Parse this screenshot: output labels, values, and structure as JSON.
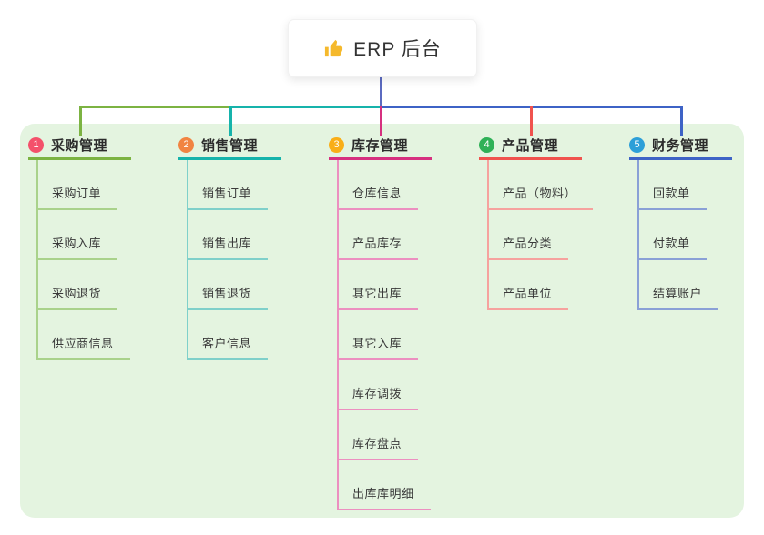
{
  "root": {
    "icon": "thumbs-up-icon",
    "icon_color": "#f5b92c",
    "title": "ERP 后台"
  },
  "canvas": {
    "panel_color": "#e4f4e0"
  },
  "connector": {
    "stem_color": "#5b6ac0",
    "left_segment_color": "#7cb342",
    "middle_segment_color": "#16b3ab",
    "right_segment_color": "#3e63c6"
  },
  "branches": [
    {
      "index": "1",
      "label": "采购管理",
      "badge_color": "#f4516b",
      "line_color": "#7cb342",
      "light_color": "#a9d28b",
      "children": [
        "采购订单",
        "采购入库",
        "采购退货",
        "供应商信息"
      ]
    },
    {
      "index": "2",
      "label": "销售管理",
      "badge_color": "#f18442",
      "line_color": "#16b3ab",
      "light_color": "#7fd0ca",
      "children": [
        "销售订单",
        "销售出库",
        "销售退货",
        "客户信息"
      ]
    },
    {
      "index": "3",
      "label": "库存管理",
      "badge_color": "#f9ae17",
      "line_color": "#d6307f",
      "light_color": "#ec8fc0",
      "children": [
        "仓库信息",
        "产品库存",
        "其它出库",
        "其它入库",
        "库存调拨",
        "库存盘点",
        "出库库明细"
      ]
    },
    {
      "index": "4",
      "label": "产品管理",
      "badge_color": "#2fb157",
      "line_color": "#f0534e",
      "light_color": "#f6a29e",
      "children": [
        "产品（物料）",
        "产品分类",
        "产品单位"
      ]
    },
    {
      "index": "5",
      "label": "财务管理",
      "badge_color": "#2d9fd8",
      "line_color": "#3e63c6",
      "light_color": "#8aa0d6",
      "children": [
        "回款单",
        "付款单",
        "结算账户"
      ]
    }
  ]
}
